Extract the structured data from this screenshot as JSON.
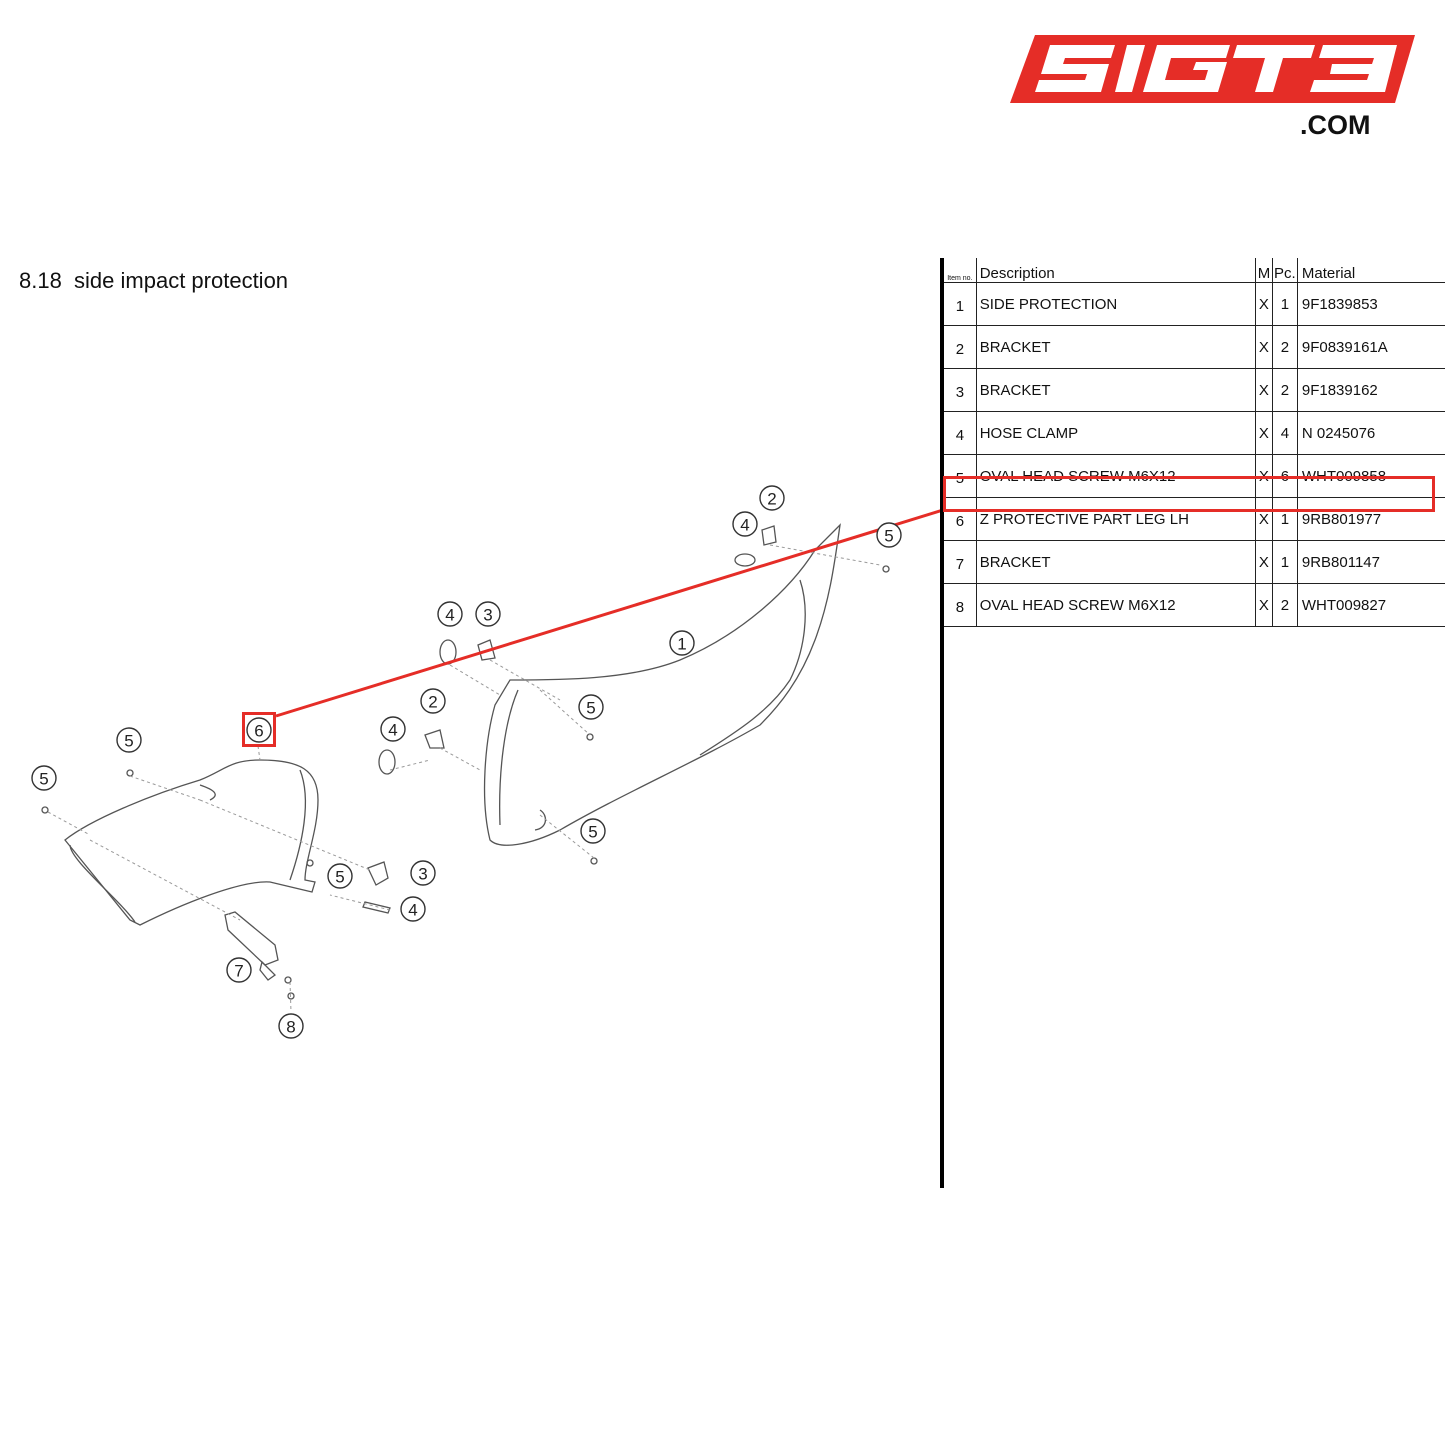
{
  "brand": {
    "logo_text": "SIGT3",
    "domain_suffix": ".COM",
    "brand_color": "#e52d27"
  },
  "section": {
    "title": "8.18  side impact protection"
  },
  "table": {
    "headers": {
      "item_no": "Item no.",
      "description": "Description",
      "m": "M",
      "pc": "Pc.",
      "material": "Material"
    },
    "rows": [
      {
        "item": "1",
        "description": "SIDE PROTECTION",
        "m": "X",
        "pc": "1",
        "material": "9F1839853"
      },
      {
        "item": "2",
        "description": "BRACKET",
        "m": "X",
        "pc": "2",
        "material": "9F0839161A"
      },
      {
        "item": "3",
        "description": "BRACKET",
        "m": "X",
        "pc": "2",
        "material": "9F1839162"
      },
      {
        "item": "4",
        "description": "HOSE CLAMP",
        "m": "X",
        "pc": "4",
        "material": "N 0245076"
      },
      {
        "item": "5",
        "description": "OVAL HEAD SCREW M6X12",
        "m": "X",
        "pc": "6",
        "material": "WHT009858"
      },
      {
        "item": "6",
        "description": "Z PROTECTIVE PART LEG LH",
        "m": "X",
        "pc": "1",
        "material": "9RB801977"
      },
      {
        "item": "7",
        "description": "BRACKET",
        "m": "X",
        "pc": "1",
        "material": "9RB801147"
      },
      {
        "item": "8",
        "description": "OVAL HEAD SCREW M6X12",
        "m": "X",
        "pc": "2",
        "material": "WHT009827"
      }
    ],
    "highlighted_item": "6"
  },
  "callouts": [
    "1",
    "2",
    "4",
    "5",
    "4",
    "3",
    "5",
    "6",
    "5",
    "5",
    "4",
    "2",
    "5",
    "5",
    "3",
    "4",
    "7",
    "8"
  ]
}
